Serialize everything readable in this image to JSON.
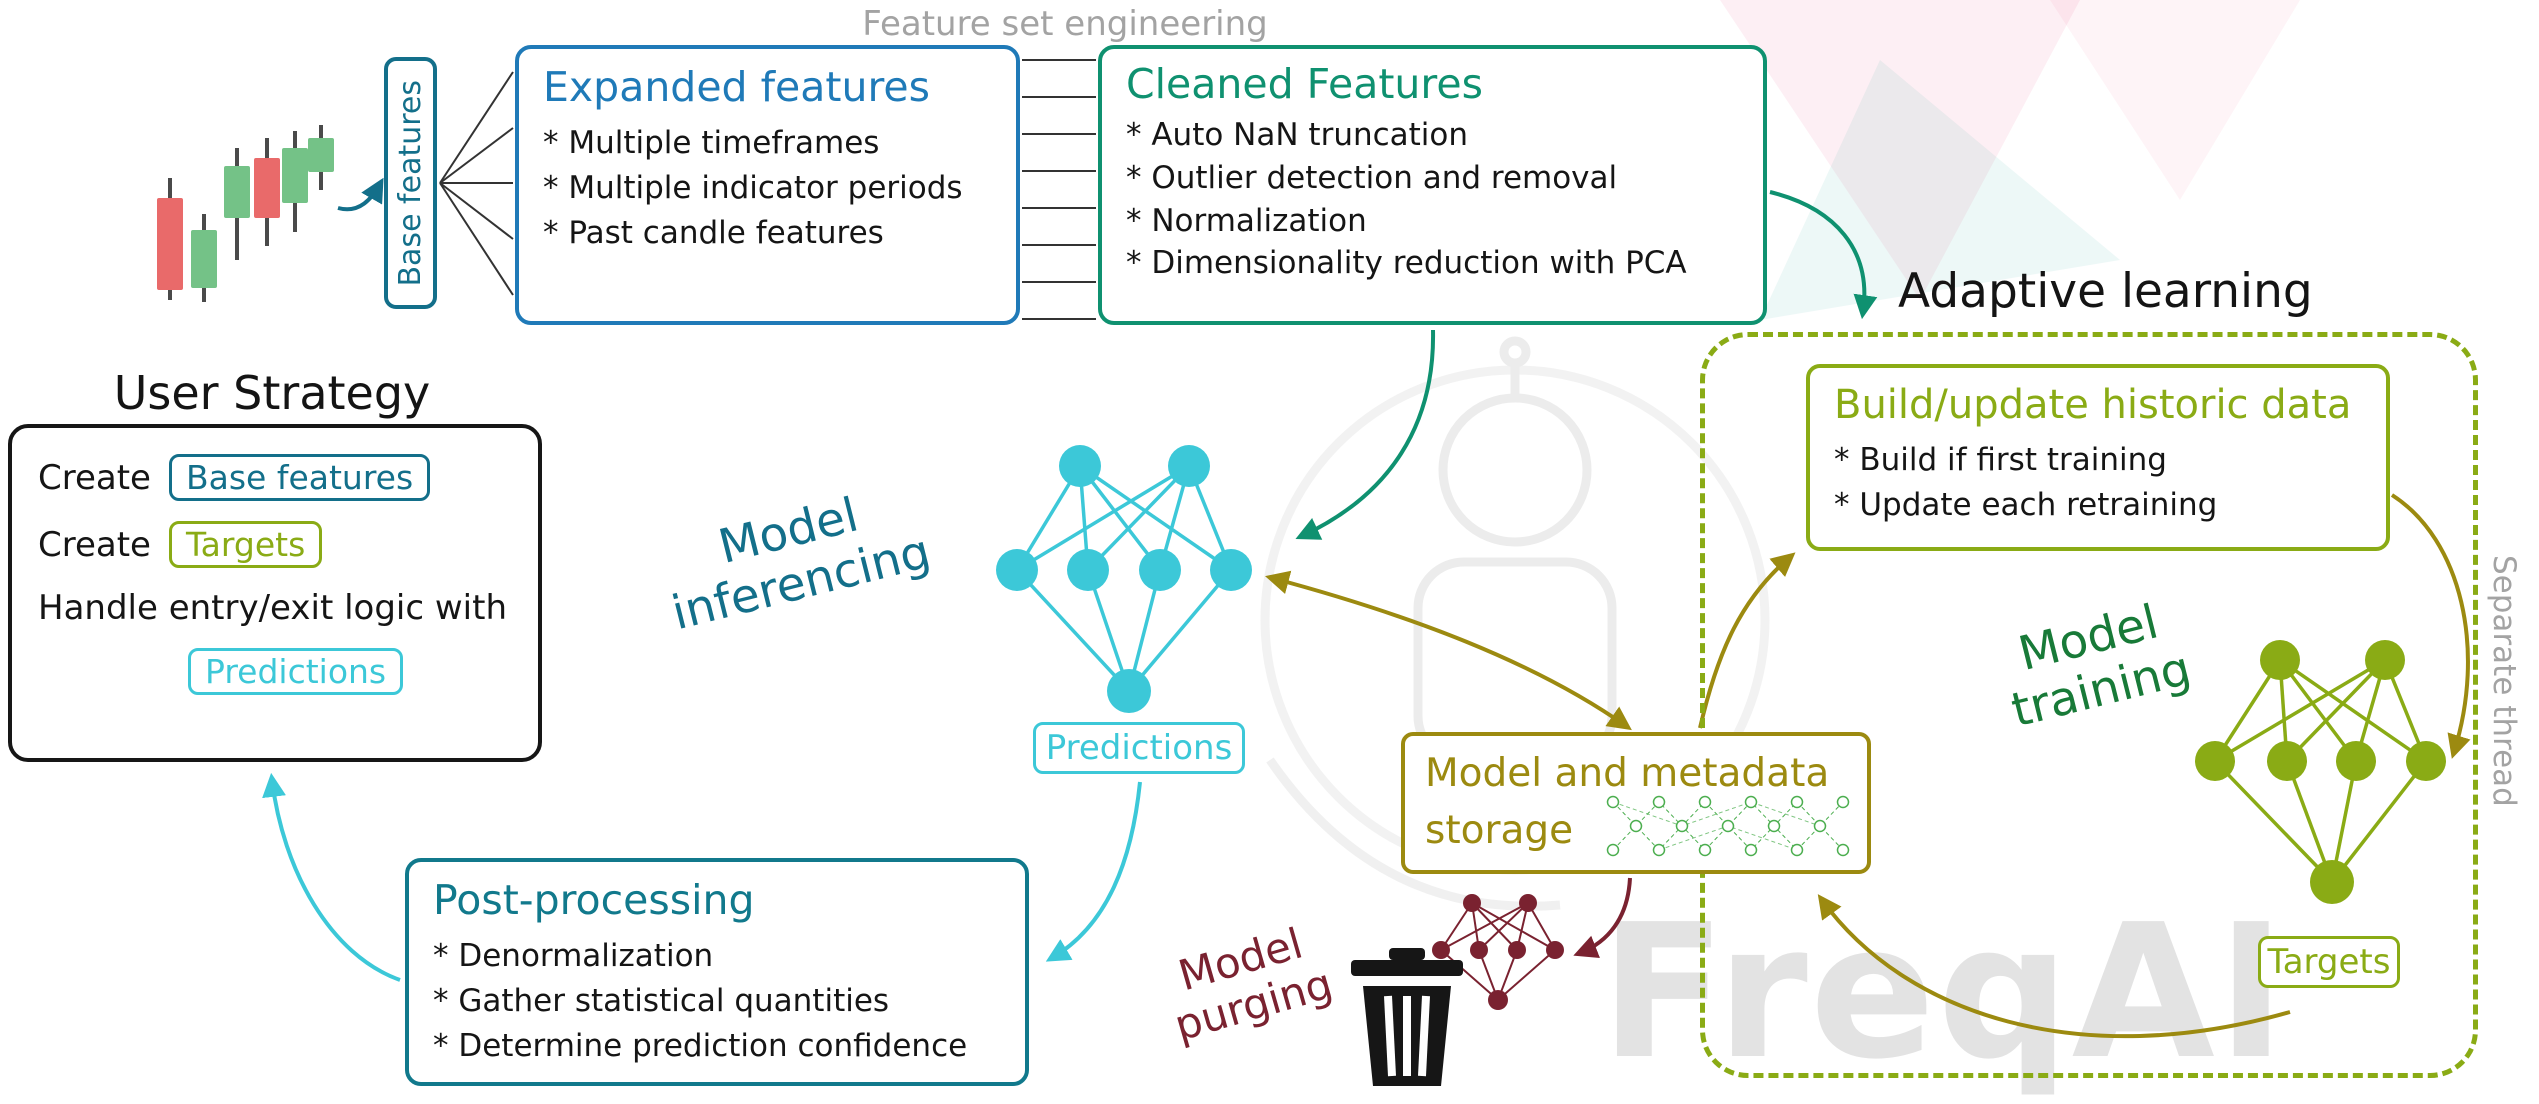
{
  "colors": {
    "blue": "#1f7ab8",
    "teal": "#136f8a",
    "green": "#0f9170",
    "dark_green": "#187a38",
    "cyan": "#3cc8d8",
    "olive_green": "#8aab15",
    "dark_yellow": "#9c8a10",
    "dark_red": "#7a2230",
    "gray": "#a3a3a3",
    "candle_red": "#e96a6a",
    "candle_green": "#74c287"
  },
  "icons": {
    "candlestick_chart": "candlestick-chart-icon",
    "inference_network": "neural-network-icon",
    "training_network": "neural-network-icon",
    "purged_network": "neural-network-icon",
    "storage_network": "mini-network-icon",
    "trash": "trash-can-icon"
  },
  "labels": {
    "feature_set_engineering": "Feature set engineering",
    "base_features": "Base features",
    "user_strategy_heading": "User Strategy",
    "adaptive_learning_heading": "Adaptive learning",
    "separate_thread": "Separate thread",
    "predictions_tag": "Predictions",
    "targets_tag": "Targets",
    "watermark": "FreqAI"
  },
  "expanded_features": {
    "title": "Expanded features",
    "items": [
      "* Multiple timeframes",
      "* Multiple indicator periods",
      "* Past candle features"
    ]
  },
  "cleaned_features": {
    "title": "Cleaned Features",
    "items": [
      "* Auto NaN truncation",
      "* Outlier detection and removal",
      "* Normalization",
      "* Dimensionality reduction with PCA"
    ]
  },
  "user_strategy": {
    "create_base_prefix": "Create",
    "chip_base_features": "Base features",
    "create_targets_prefix": "Create",
    "chip_targets": "Targets",
    "handle_line": "Handle entry/exit logic with",
    "chip_predictions": "Predictions"
  },
  "model_inferencing": {
    "line1": "Model",
    "line2": "inferencing"
  },
  "model_training": {
    "line1": "Model",
    "line2": "training"
  },
  "model_purging": {
    "line1": "Model",
    "line2": "purging"
  },
  "model_storage": {
    "line1": "Model and metadata",
    "line2": "storage"
  },
  "build_update": {
    "title": "Build/update historic data",
    "items": [
      "* Build if first training",
      "* Update each retraining"
    ]
  },
  "post_processing": {
    "title": "Post-processing",
    "items": [
      "* Denormalization",
      "* Gather statistical quantities",
      "* Determine prediction confidence"
    ]
  }
}
